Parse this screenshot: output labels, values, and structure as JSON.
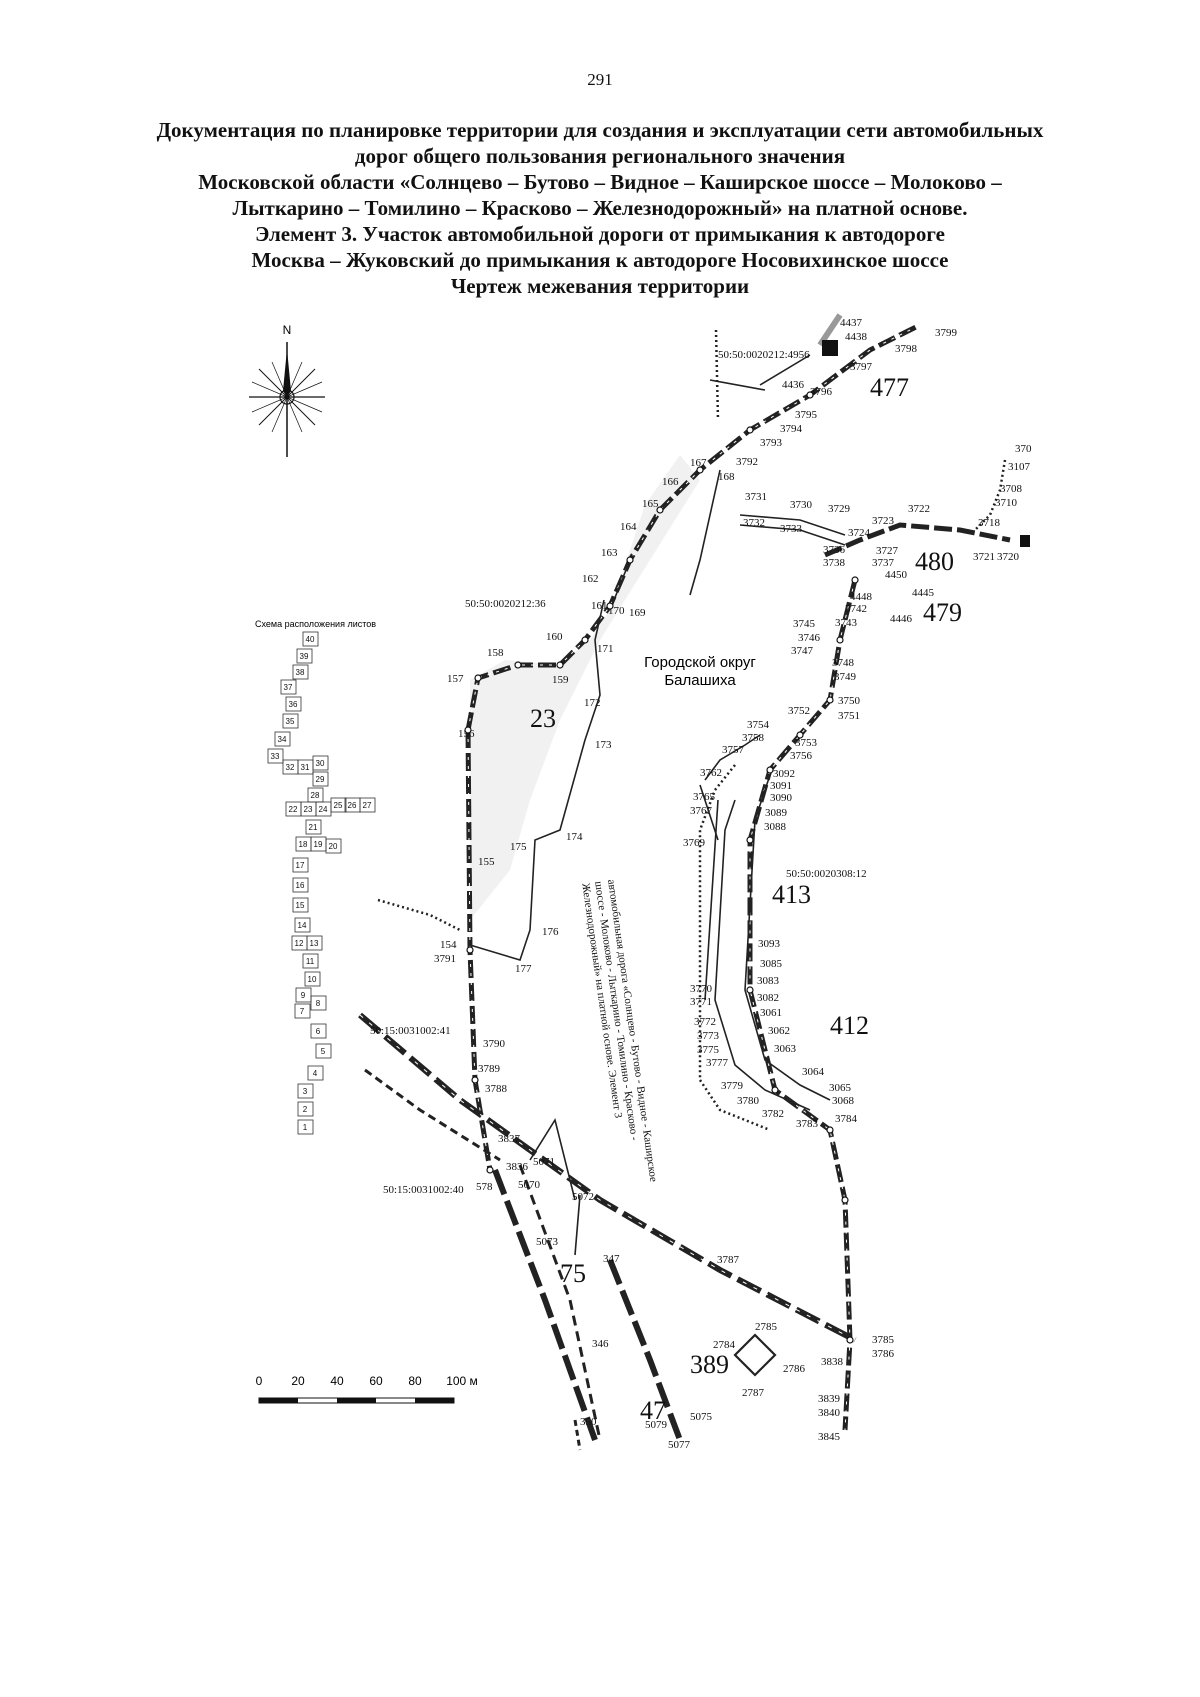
{
  "page_number": "291",
  "title_lines": [
    "Документация по планировке территории для создания и эксплуатации сети автомобильных",
    "дорог общего пользования регионального значения",
    "Московской области «Солнцево – Бутово – Видное – Каширское шоссе – Молоково –",
    "Лыткарино – Томилино – Красково – Железнодорожный» на платной основе.",
    "Элемент 3. Участок автомобильной дороги от примыкания к автодороге",
    "Москва – Жуковский до примыкания к автодороге Носовихинское шоссе",
    "Чертеж межевания территории"
  ],
  "compass": {
    "north_label": "N"
  },
  "scale_bar": {
    "ticks": [
      "0",
      "20",
      "40",
      "60",
      "80",
      "100 м"
    ]
  },
  "sheet_scheme": {
    "title": "Схема расположения листов",
    "sheets": [
      "40",
      "39",
      "38",
      "37",
      "36",
      "35",
      "34",
      "33",
      "32",
      "31",
      "30",
      "29",
      "28",
      "22",
      "23",
      "24",
      "25",
      "26",
      "27",
      "21",
      "18",
      "19",
      "20",
      "17",
      "16",
      "15",
      "14",
      "12",
      "13",
      "11",
      "10",
      "9",
      "8",
      "7",
      "6",
      "5",
      "4",
      "3",
      "2",
      "1"
    ]
  },
  "district_label": [
    "Городской округ",
    "Балашиха"
  ],
  "rotated_note": [
    "автомобильная дорога «Солнцево - Бутово - Видное - Каширское",
    "шоссе - Молоково - Лыткарино - Томилино - Красково -",
    "Железнодорожный» на платной основе. Элемент 3"
  ],
  "cadastral_numbers": {
    "c4956": "50:50:0020212:4956",
    "c36": "50:50:0020212:36",
    "c12": "50:50:0020308:12",
    "c41": "50:15:0031002:41",
    "c40": "50:15:0031002:40"
  },
  "parcels": {
    "p477": "477",
    "p480": "480",
    "p479": "479",
    "p23": "23",
    "p413": "413",
    "p412": "412",
    "p75": "75",
    "p389": "389",
    "p47": "47"
  },
  "points": {
    "n4437": "4437",
    "n4438": "4438",
    "n3799": "3799",
    "n3798": "3798",
    "n3797": "3797",
    "n4436": "4436",
    "n3796": "3796",
    "n3795": "3795",
    "n3794": "3794",
    "n3793": "3793",
    "n3792": "3792",
    "n167": "167",
    "n168": "168",
    "n166": "166",
    "n165": "165",
    "n164": "164",
    "n163": "163",
    "n162": "162",
    "n161": "161",
    "n170": "170",
    "n169": "169",
    "n160": "160",
    "n171": "171",
    "n158": "158",
    "n157": "157",
    "n159": "159",
    "n172": "172",
    "n156": "156",
    "n173": "173",
    "n174": "174",
    "n175": "175",
    "n155": "155",
    "n176": "176",
    "n154": "154",
    "n3791": "3791",
    "n177": "177",
    "n3790": "3790",
    "n3789": "3789",
    "n3788": "3788",
    "n3837": "3837",
    "n3836": "3836",
    "n578": "578",
    "n5071": "5071",
    "n5070": "5070",
    "n5072": "5072",
    "n5073": "5073",
    "n347": "347",
    "n346": "346",
    "n350": "350",
    "n5079": "5079",
    "n5075": "5075",
    "n5077": "5077",
    "n3787": "3787",
    "n3785": "3785",
    "n3786": "3786",
    "n3838": "3838",
    "n3839": "3839",
    "n3840": "3840",
    "n3845": "3845",
    "n2785": "2785",
    "n2784": "2784",
    "n2786": "2786",
    "n2787": "2787",
    "n370": "370",
    "n3107": "3107",
    "n3708": "3708",
    "n3710": "3710",
    "n3731": "3731",
    "n3730": "3730",
    "n3729": "3729",
    "n3722": "3722",
    "n3732": "3732",
    "n3733": "3733",
    "n3723": "3723",
    "n3724": "3724",
    "n3718": "3718",
    "n3721": "3721",
    "n3720": "3720",
    "n3736": "3736",
    "n3727": "3727",
    "n3738": "3738",
    "n3737": "3737",
    "n4450": "4450",
    "n4448": "4448",
    "n4445": "4445",
    "n3742": "3742",
    "n3743": "3743",
    "n4446": "4446",
    "n3745": "3745",
    "n3746": "3746",
    "n3747": "3747",
    "n3748": "3748",
    "n3749": "3749",
    "n3750": "3750",
    "n3752": "3752",
    "n3751": "3751",
    "n3754": "3754",
    "n3758": "3758",
    "n3757": "3757",
    "n3753": "3753",
    "n3756": "3756",
    "n3762": "3762",
    "n3092": "3092",
    "n3091": "3091",
    "n3090": "3090",
    "n3765": "3765",
    "n3767": "3767",
    "n3089": "3089",
    "n3088": "3088",
    "n3769": "3769",
    "n3093": "3093",
    "n3085": "3085",
    "n3083": "3083",
    "n3770": "3770",
    "n3771": "3771",
    "n3082": "3082",
    "n3061": "3061",
    "n3772": "3772",
    "n3773": "3773",
    "n3062": "3062",
    "n3775": "3775",
    "n3063": "3063",
    "n3777": "3777",
    "n3064": "3064",
    "n3779": "3779",
    "n3065": "3065",
    "n3780": "3780",
    "n3068": "3068",
    "n3782": "3782",
    "n3783": "3783",
    "n3784": "3784"
  }
}
